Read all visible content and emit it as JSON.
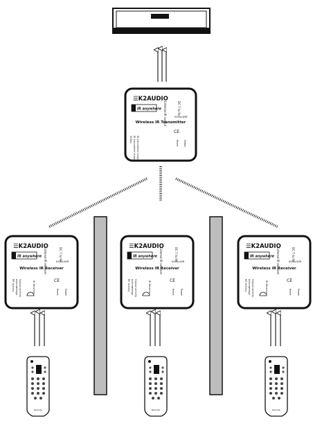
{
  "devices": {
    "transmitter": {
      "brand": "K2AUDIO",
      "product_logo": "IR anywhere",
      "title": "Wireless IR Transmitter",
      "model": "K2IRA-WRT",
      "port_external": "External IR output",
      "port_dc": "DC 7 to 9v",
      "leds": [
        "Status",
        "IR transmitter output",
        "IR transmitter output"
      ],
      "reset": "Reset",
      "power": "Power"
    },
    "receivers": [
      {
        "brand": "K2AUDIO",
        "product_logo": "IR anywhere",
        "title": "Wireless IR Receiver",
        "model": "K2IRA-WIR",
        "port_external": "External IR receiver",
        "port_dc": "DC 7 to 9v",
        "leds": [
          "RF activity",
          "Acknowledge",
          "Output activity"
        ],
        "ir_label": "IR Receiver",
        "reset": "Reset",
        "power": "Power"
      },
      {
        "brand": "K2AUDIO",
        "product_logo": "IR anywhere",
        "title": "Wireless IR Receiver",
        "model": "K2IRA-WIR",
        "port_external": "External IR receiver",
        "port_dc": "DC 7 to 9v",
        "leds": [
          "RF activity",
          "Acknowledge",
          "Output activity"
        ],
        "ir_label": "IR Receiver",
        "reset": "Reset",
        "power": "Power"
      },
      {
        "brand": "K2AUDIO",
        "product_logo": "IR anywhere",
        "title": "Wireless IR Receiver",
        "model": "K2IRA-WIR",
        "port_external": "External IR receiver",
        "port_dc": "DC 7 to 9v",
        "leds": [
          "RF activity",
          "Acknowledge",
          "Output activity"
        ],
        "ir_label": "IR Receiver",
        "reset": "Reset",
        "power": "Power"
      }
    ]
  },
  "remotes": [
    {
      "brand": "Remote"
    },
    {
      "brand": "Remote"
    },
    {
      "brand": "Remote"
    }
  ],
  "icons": {
    "target": "av-receiver-icon",
    "remote": "remote-control-icon",
    "ir_signal": "ir-signal-arrows-icon",
    "rf_link": "wireless-link-icon",
    "wall": "wall-icon"
  }
}
